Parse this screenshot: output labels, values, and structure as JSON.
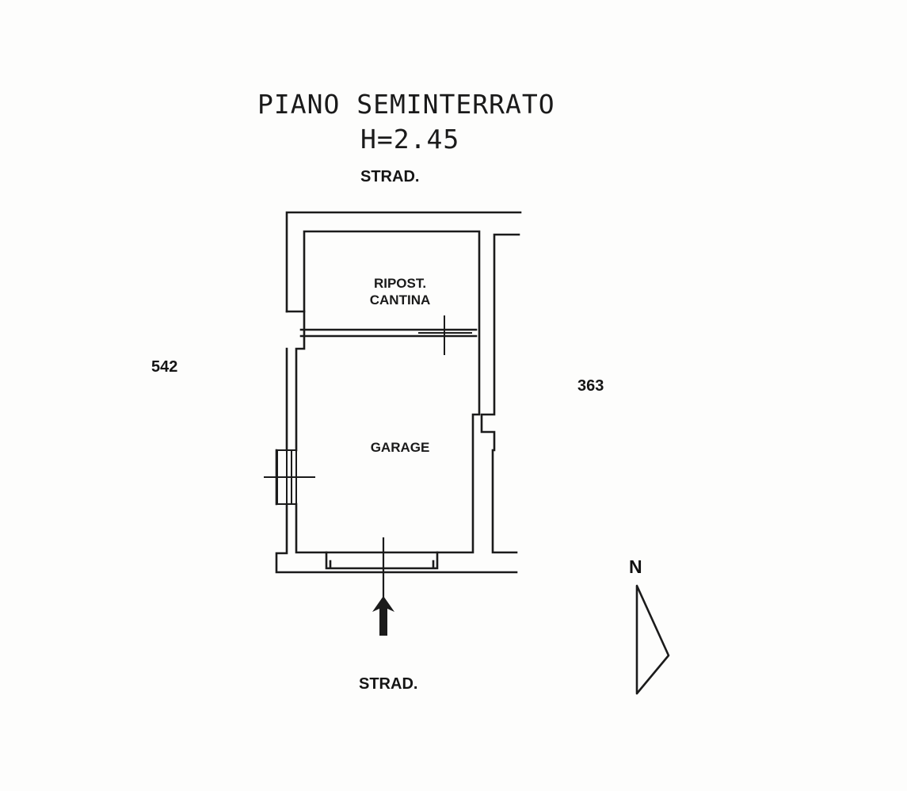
{
  "plan": {
    "title": "PIANO SEMINTERRATO",
    "height": "H=2.45"
  },
  "street_top": "STRAD.",
  "street_bottom": "STRAD.",
  "rooms": {
    "storage_line1": "RIPOST.",
    "storage_line2": "CANTINA",
    "garage": "GARAGE"
  },
  "parcels": {
    "left": "542",
    "right": "363"
  },
  "compass": {
    "label": "N"
  }
}
